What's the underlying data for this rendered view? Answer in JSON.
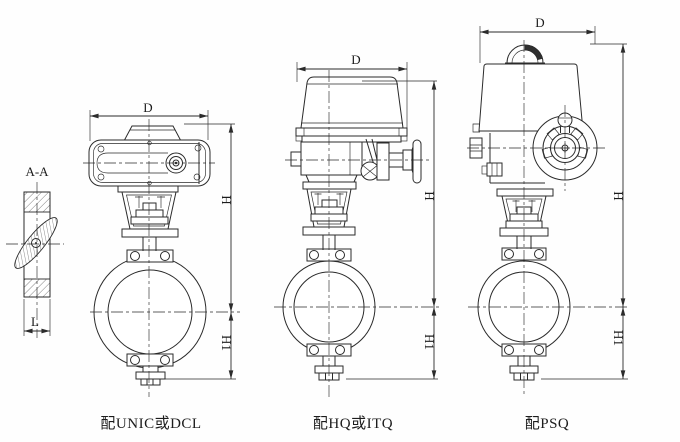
{
  "drawing": {
    "background": "#fefefe",
    "line_color": "#2b2b2b",
    "section_view": {
      "title": "A-A",
      "width_dim": "L"
    },
    "views": [
      {
        "id": "unic-dcl",
        "caption": "配UNIC或DCL",
        "dim_top": "D",
        "dim_height": "H",
        "dim_lower": "H1"
      },
      {
        "id": "hq-itq",
        "caption": "配HQ或ITQ",
        "dim_top": "D",
        "dim_height": "H",
        "dim_lower": "H1"
      },
      {
        "id": "psq",
        "caption": "配PSQ",
        "dim_top": "D",
        "dim_height": "H",
        "dim_lower": "H1"
      }
    ]
  }
}
